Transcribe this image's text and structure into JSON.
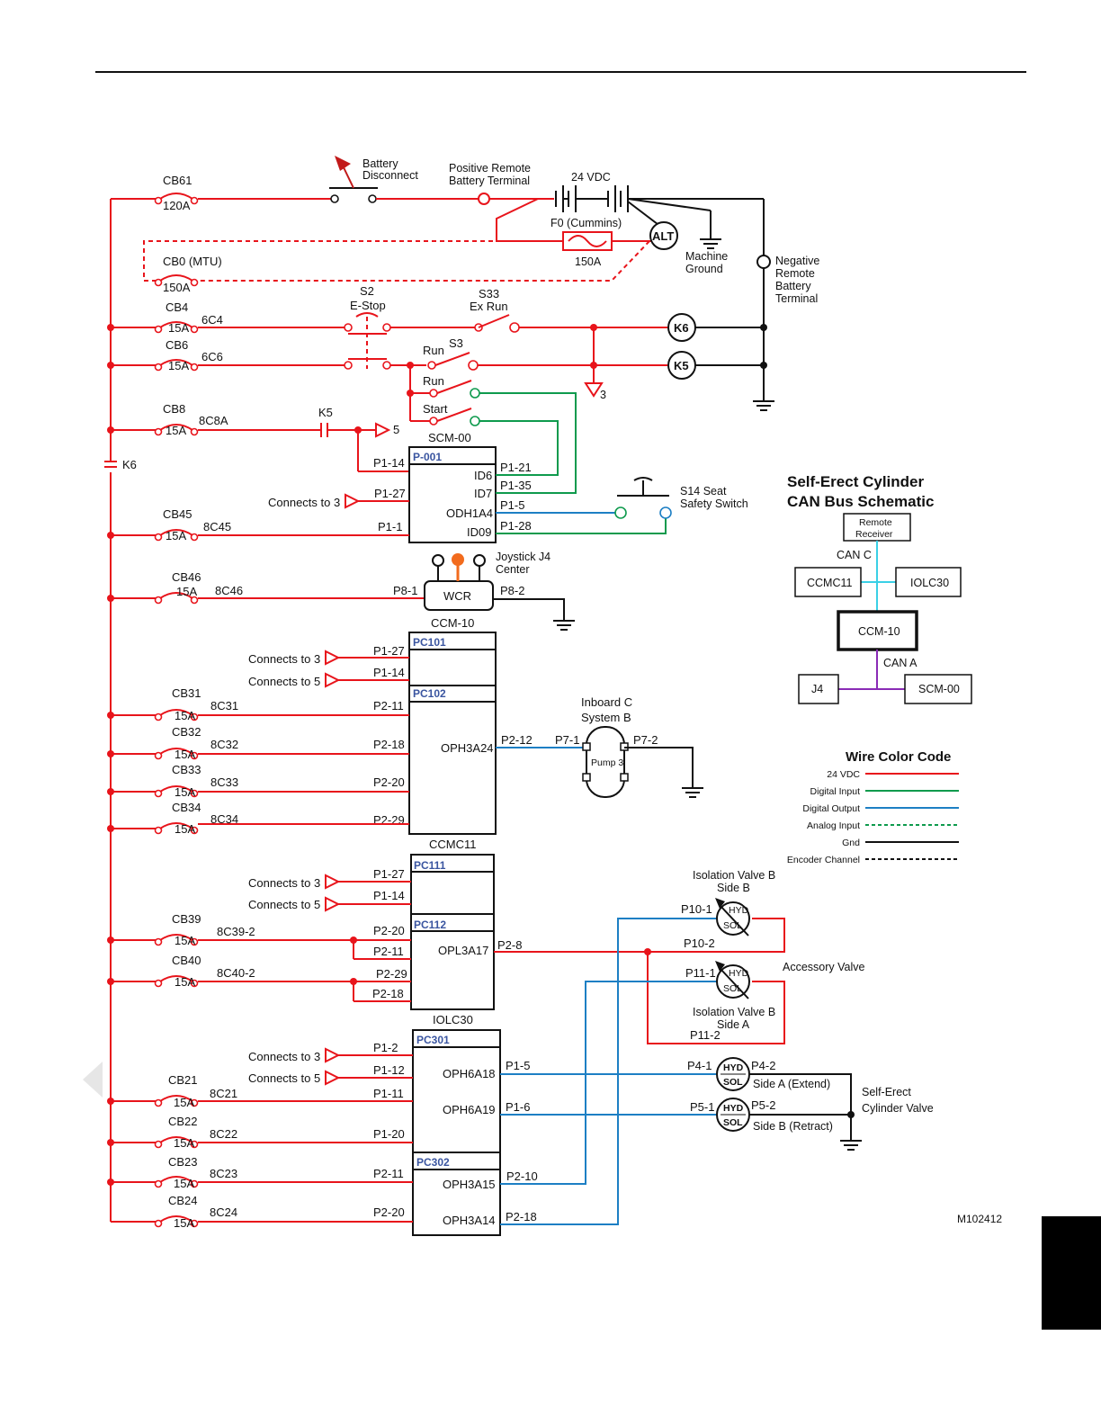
{
  "diagram": {
    "power": {
      "cb61": "CB61",
      "cb61_amp": "120A",
      "battery_disconnect": [
        "Battery",
        "Disconnect"
      ],
      "positive_terminal": [
        "Positive Remote",
        "Battery Terminal"
      ],
      "voltage": "24 VDC",
      "fuse": "F0 (Cummins)",
      "fuse_amp": "150A",
      "alt": "ALT",
      "machine_ground": [
        "Machine",
        "Ground"
      ],
      "negative_terminal": [
        "Negative",
        "Remote",
        "Battery",
        "Terminal"
      ],
      "cb0": "CB0 (MTU)",
      "cb0_amp": "150A"
    },
    "estop": {
      "cb4": "CB4",
      "cb4_amp": "15A",
      "cb4_wire": "6C4",
      "cb6": "CB6",
      "cb6_amp": "15A",
      "cb6_wire": "6C6",
      "s2": "S2",
      "s2_label": "E-Stop",
      "s33": "S33",
      "s33_label": "Ex Run",
      "s3": "S3",
      "run1": "Run",
      "run2": "Run",
      "start": "Start",
      "k6": "K6",
      "k5": "K5",
      "gnd3": "3",
      "k6_side": "K6"
    },
    "scm": {
      "cb8": "CB8",
      "cb8_amp": "15A",
      "cb8_wire": "8C8A",
      "k5": "K5",
      "k5_to": "5",
      "title": "SCM-00",
      "plug": "P-001",
      "in_pins": [
        "P1-14",
        "P1-27",
        "P1-1"
      ],
      "connects3": "Connects to 3",
      "channels": [
        "ID6",
        "ID7",
        "ODH1A4",
        "ID09"
      ],
      "out_pins": [
        "P1-21",
        "P1-35",
        "P1-5",
        "P1-28"
      ],
      "cb45": "CB45",
      "cb45_amp": "15A",
      "cb45_wire": "8C45",
      "s14": [
        "S14 Seat",
        "Safety Switch"
      ]
    },
    "wcr": {
      "cb46": "CB46",
      "cb46_amp": "15A",
      "cb46_wire": "8C46",
      "joystick": [
        "Joystick J4",
        "Center"
      ],
      "title": "WCR",
      "pin_in": "P8-1",
      "pin_out": "P8-2"
    },
    "ccm10": {
      "title": "CCM-10",
      "plug1": "PC101",
      "plug2": "PC102",
      "connects3": "Connects to 3",
      "connects5": "Connects to 5",
      "pins_top": [
        "P1-27",
        "P1-14"
      ],
      "cbs": [
        {
          "name": "CB31",
          "amp": "15A",
          "wire": "8C31",
          "pin": "P2-11"
        },
        {
          "name": "CB32",
          "amp": "15A",
          "wire": "8C32",
          "pin": "P2-18"
        },
        {
          "name": "CB33",
          "amp": "15A",
          "wire": "8C33",
          "pin": "P2-20"
        },
        {
          "name": "CB34",
          "amp": "15A",
          "wire": "8C34",
          "pin": "P2-29"
        }
      ],
      "channel": "OPH3A24",
      "out_pin": "P2-12",
      "pump_title": [
        "Inboard C",
        "System B"
      ],
      "pump": "Pump 3",
      "pump_in": "P7-1",
      "pump_out": "P7-2"
    },
    "ccmc11": {
      "title": "CCMC11",
      "plug1": "PC111",
      "plug2": "PC112",
      "connects3": "Connects to 3",
      "connects5": "Connects to 5",
      "pins_top": [
        "P1-27",
        "P1-14"
      ],
      "cb39": "CB39",
      "cb39_amp": "15A",
      "cb39_wire": "8C39-2",
      "cb40": "CB40",
      "cb40_amp": "15A",
      "cb40_wire": "8C40-2",
      "pins": [
        "P2-20",
        "P2-11",
        "P2-29",
        "P2-18"
      ],
      "channel": "OPL3A17",
      "out_pin": "P2-8",
      "iso_b": [
        "Isolation Valve B",
        "Side B"
      ],
      "p10_1": "P10-1",
      "p10_2": "P10-2",
      "accessory": "Accessory Valve",
      "p11_1": "P11-1",
      "p11_2": "P11-2",
      "iso_a": [
        "Isolation Valve B",
        "Side A"
      ]
    },
    "iolc30": {
      "title": "IOLC30",
      "plug1": "PC301",
      "plug2": "PC302",
      "connects3": "Connects to 3",
      "connects5": "Connects to 5",
      "pins_top": [
        "P1-2",
        "P1-12"
      ],
      "cbs": [
        {
          "name": "CB21",
          "amp": "15A",
          "wire": "8C21",
          "pin": "P1-11"
        },
        {
          "name": "CB22",
          "amp": "15A",
          "wire": "8C22",
          "pin": "P1-20"
        },
        {
          "name": "CB23",
          "amp": "15A",
          "wire": "8C23",
          "pin": "P2-11"
        },
        {
          "name": "CB24",
          "amp": "15A",
          "wire": "8C24",
          "pin": "P2-20"
        }
      ],
      "channels": [
        "OPH6A18",
        "OPH6A19",
        "OPH3A15",
        "OPH3A14"
      ],
      "out_pins": [
        "P1-5",
        "P1-6",
        "P2-10",
        "P2-18"
      ],
      "p4_1": "P4-1",
      "p4_2": "P4-2",
      "side_a": "Side A (Extend)",
      "p5_1": "P5-1",
      "p5_2": "P5-2",
      "side_b": "Side B (Retract)",
      "cyl_valve": [
        "Self-Erect",
        "Cylinder Valve"
      ]
    },
    "sol": {
      "hyd": "HYD",
      "sol": "SOL"
    },
    "can": {
      "title": [
        "Self-Erect Cylinder",
        "CAN Bus Schematic"
      ],
      "remote": [
        "Remote",
        "Receiver"
      ],
      "can_c": "CAN C",
      "ccmc11": "CCMC11",
      "iolc30": "IOLC30",
      "ccm10": "CCM-10",
      "can_a": "CAN A",
      "j4": "J4",
      "scm00": "SCM-00"
    },
    "legend": {
      "title": "Wire Color Code",
      "items": [
        "24 VDC",
        "Digital Input",
        "Digital Output",
        "Analog Input",
        "Gnd",
        "Encoder Channel"
      ],
      "colors": [
        "#e8141b",
        "#0e9a4d",
        "#1d7fc4",
        "#0e9a4d",
        "#111111",
        "#111111"
      ]
    },
    "figure_id": "M102412"
  }
}
